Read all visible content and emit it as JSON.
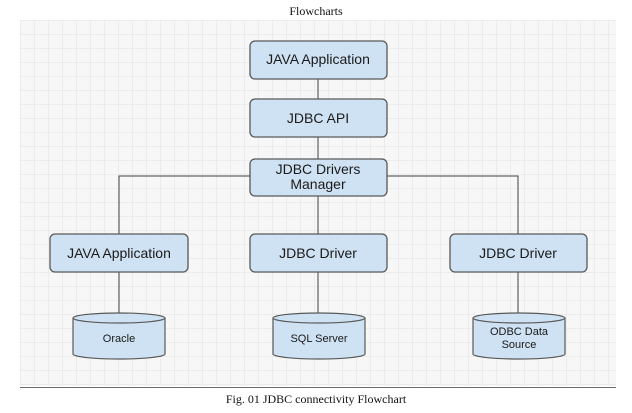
{
  "header": {
    "title": "Flowcharts"
  },
  "diagram": {
    "fill_color": "#cfe2f3",
    "line_color": "#404040",
    "nodes": {
      "java_app_top": "JAVA Application",
      "jdbc_api": "JDBC API",
      "drivers_manager": [
        "JDBC Drivers",
        "Manager"
      ],
      "java_app_left": "JAVA Application",
      "jdbc_driver_mid": "JDBC Driver",
      "jdbc_driver_right": "JDBC Driver"
    },
    "databases": {
      "oracle": [
        "Oracle"
      ],
      "sql_server": [
        "SQL Server"
      ],
      "odbc": [
        "ODBC Data",
        "Source"
      ]
    }
  },
  "caption": "Fig. 01 JDBC connectivity Flowchart"
}
